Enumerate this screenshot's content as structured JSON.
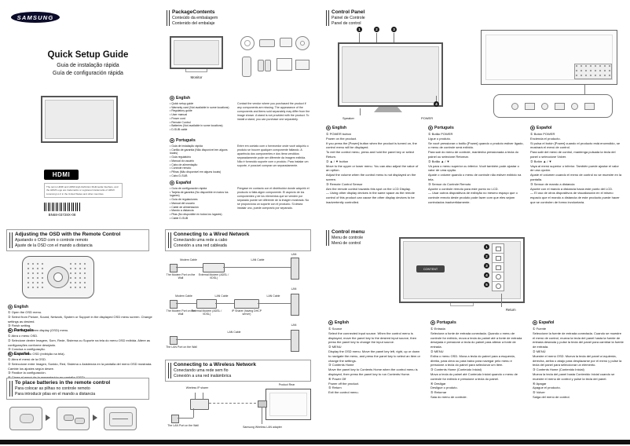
{
  "brand": {
    "logo": "SAMSUNG"
  },
  "cover": {
    "title_en": "Quick Setup Guide",
    "title_pt": "Guia de instalação rápida",
    "title_es": "Guía de configuración rápida",
    "hdmi_logo": "HDMI",
    "hdmi_note": "The terms HDMI and HDMI High-Definition Multimedia Interface, and the HDMI Logo are trademarks or registered trademarks of HDMI Licensing LLC in the United States and other countries.",
    "doc_code": "BN68-03728X-08"
  },
  "package": {
    "title_en": "PackageContents",
    "title_pt": "Conteúdo da embalagem",
    "title_es": "Contenido del embalaje",
    "monitor_label": "Monitor",
    "en": {
      "lang": "English",
      "items": [
        "Quick setup guide",
        "Warranty card (Not available in some locations)",
        "Regulatory guide",
        "User manual",
        "Power cord",
        "Remote Control",
        "Batteries (Not available in some locations)",
        "D-SUB cable"
      ],
      "note": "Contact the vendor where you purchased the product if any components are missing. The appearance of the components and items sold separately may differ from the image shown. A stand is not provided with the product. To install a stand, you can purchase one separately."
    },
    "pt": {
      "lang": "Português",
      "items": [
        "Guia de instalação rápida",
        "Cartão de garantia (Não disponível em alguns locais)",
        "Guia regulatório",
        "Manual do usuário",
        "Cabo de alimentação",
        "Controle remoto",
        "Pilhas (Não disponível em alguns locais)",
        "Cabo D-SUB"
      ],
      "note": "Entre em contato com o fornecedor onde você adquiriu o produto se houver qualquer componente faltando. A aparência dos componentes e dos itens vendidos separadamente pode ser diferente da imagem exibida. Não é fornecido suporte com o produto. Para instalar um suporte, é possível comprar um separadamente."
    },
    "es": {
      "lang": "Español",
      "items": [
        "Guía de configuración rápida",
        "Tarjeta de garantía (No disponible en todos los lugares)",
        "Guía de regulaciones",
        "Manual del usuario",
        "Cable de alimentación",
        "Mando a distancia",
        "Pilas (No disponible en todos los lugares)",
        "Cable D-SUB"
      ],
      "note": "Póngase en contacto con el distribuidor donde adquirió el producto si falta algún componente. El aspecto de los componentes y de los elementos que se venden por separado puede ser diferente de la imagen mostrada. No se proporciona un soporte con el producto. Si desea instalar uno, puede comprarlo por separado."
    }
  },
  "control_panel": {
    "title_en": "Control Panel",
    "title_pt": "Painel de Controle",
    "title_es": "Panel de control",
    "speaker_label": "Speaker",
    "power_label": "POWER",
    "callouts": [
      "1",
      "2",
      "3",
      "4"
    ],
    "en": {
      "lang": "English",
      "body": "① POWER button\nPower on the product.\nIf you press the [Power] button when the product is turned on, the control menu will be displayed.\nTo exit the control menu, press and hold the panel key or select Return.\n② ▲ / ▼ button\nMove to the upper or lower menu. You can also adjust the value of an option.\nAdjust the volume when the control menu is not displayed on the screen.\n③ Remote Control Sensor\nAim the remote control towards this spot on the LCD Display.\n— Using other display devices in the same space as the remote control of this product can cause the other display devices to be inadvertently controlled."
    },
    "pt": {
      "lang": "Português",
      "body": "① Botão POWER\nLigue o produto.\nSe você pressionar o botão [Power] quando o produto estiver ligado, o menu de controle será exibido.\nPara sair do menu de controle, mantenha pressionada a tecla do painel ou selecione Retornar.\n② Botão ▲ / ▼\nVá para o menu superior ou inferior. Você também pode ajustar o valor de uma opção.\nAjuste o volume quando o menu de controle não estiver exibido na tela.\n③ Sensor do Controle Remoto\nAponte o controle remoto para este ponto no LCD.\n— Usar outros dispositivos de exibição no mesmo espaço que o controle remoto deste produto pode fazer com que eles sejam controlados inadvertidamente."
    },
    "es": {
      "lang": "Español",
      "body": "① Botón POWER\nEncienda el producto.\nSi pulsa el botón [Power] cuando el producto está encendido, se mostrará el menú de control.\nPara salir del menú de control, mantenga pulsada la tecla del panel o seleccione Volver.\n② Botón ▲ / ▼\nVaya al menú superior o inferior. También puede ajustar el valor de una opción.\nAjuste el volumen cuando el menú de control no se muestre en la pantalla.\n③ Sensor de mando a distancia\nApunte con el mando a distancia hacia este punto del LCD.\n— El uso de otros dispositivos de visualización en el mismo espacio que el mando a distancia de este producto puede hacer que se controlen de forma involuntaria."
    }
  },
  "osd": {
    "title_en": "Adjusting the OSD with the Remote Control",
    "title_pt": "Ajustando o OSD com o controle remoto",
    "title_es": "Ajuste de la OSD con el mando a distancia",
    "en": {
      "lang": "English",
      "body": "① Open the OSD menu.\n② Select from Picture, Sound, Network, System or Support in the displayed OSD menu screen. Change settings as desired.\n③ Finish setting.\n④ Close the onscreen display (OSD) menu."
    },
    "pt": {
      "lang": "Português",
      "body": "① Abra o menu OSD.\n② Selecione dentre Imagem, Som, Rede, Sistema ou Suporte na tela do menu OSD exibida. Altere as configurações conforme desejado.\n③ Conclua a configuração.\n④ Feche o menu OSD (exibição na tela)."
    },
    "es": {
      "lang": "Español",
      "body": "① Abra el menú de la OSD.\n② Seleccione entre Imagen, Sonido, Red, Sistema o Asistencia en la pantalla del menú OSD mostrada. Cambie los ajustes según desee.\n③ Finalice la configuración.\n④ Cierre el menú de la presentación en pantalla (OSD)."
    }
  },
  "batteries": {
    "title_en": "To place batteries in the remote control",
    "title_pt": "Para colocar as pilhas no controle remoto",
    "title_es": "Para introducir pilas en el mando a distancia"
  },
  "wired": {
    "title_en": "Connecting to a Wired Network",
    "title_pt": "Conectando uma rede a cabo",
    "title_es": "Conexión a una red cableada",
    "labels": {
      "wall_modem": "The Modem Port on the Wall",
      "modem_cable": "Modem Cable",
      "external_modem": "External Modem (ADSL / VDSL)",
      "lan_cable": "LAN Cable",
      "ip_sharer": "IP Sharer (having DHCP server)",
      "wall_lan": "The LAN Port on the Wall",
      "lan": "LAN"
    }
  },
  "wireless": {
    "title_en": "Connecting to a Wireless Network",
    "title_pt": "Conectando uma rede sem fio",
    "title_es": "Conexión a una red inalámbrica",
    "labels": {
      "ip_sharer": "Wireless IP sharer",
      "wall_lan": "The LAN Port on the Wall",
      "adapter": "Samsung Wireless LAN adapter",
      "product_rear": "Product Rear"
    }
  },
  "control_menu": {
    "title_en": "Control menu",
    "title_pt": "Menu de controle",
    "title_es": "Menú de control",
    "screen_label": "CONTENT",
    "return_label": "Return",
    "callouts": [
      "1",
      "2",
      "3",
      "4",
      "5"
    ],
    "en": {
      "lang": "English",
      "body": "① Source\nSelect the connected input source. When the control menu is displayed, move the panel key to the desired input source, then press the panel key to change the input source.\n② MENU\nDisplay the OSD menu. Move the panel key left, right, up or down to navigate the menu, and press the panel key to select an item or change the settings.\n③ Contents Home\nMove the panel key to Contents Home when the control menu is displayed, then press the panel key to run Contents Home.\n④ Power Off\nPower off the product.\n⑤ Return\nExit the control menu."
    },
    "pt": {
      "lang": "Português",
      "body": "① Entrada\nSelecione a fonte de entrada conectada. Quando o menu de controle for exibido, mova a tecla do painel até a fonte de entrada desejada e pressione a tecla do painel para alterar a fonte de entrada.\n② MENU\nExiba o menu OSD. Mova a tecla do painel para a esquerda, direita, para cima ou para baixo para navegar pelo menu e pressione a tecla do painel para selecionar um item.\n③ Contents Home (Conteúdo Inicial)\nMova a tecla do painel até Conteúdo Inicial quando o menu de controle for exibido e pressione a tecla do painel.\n④ Desligar\nDesligue o produto.\n⑤ Retornar\nSaia do menu de controle."
    },
    "es": {
      "lang": "Español",
      "body": "① Fuente\nSeleccione la fuente de entrada conectada. Cuando se muestre el menú de control, mueva la tecla del panel hasta la fuente de entrada deseada y pulse la tecla del panel para cambiar la fuente de entrada.\n② MENÚ\nMuestre el menú OSD. Mueva la tecla del panel a izquierda, derecha, arriba o abajo para desplazarse por el menú y pulse la tecla del panel para seleccionar un elemento.\n③ Contents Home (Contenido Inicial)\nMueva la tecla del panel hasta Contenido Inicial cuando se muestre el menú de control y pulse la tecla del panel.\n④ Apagar\nApague el producto.\n⑤ Volver\nSalga del menú de control."
    }
  }
}
